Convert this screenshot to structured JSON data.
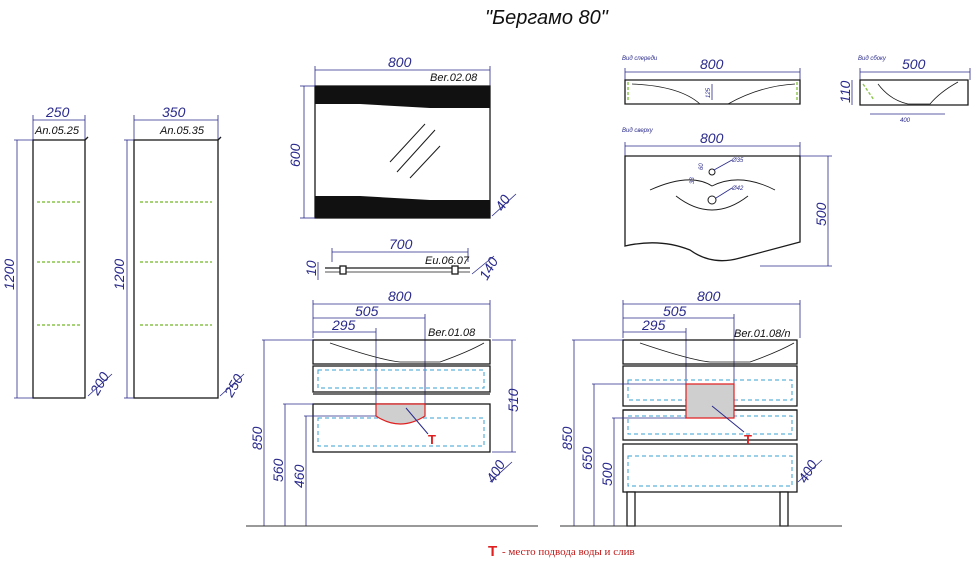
{
  "title": "\"Бергамо 80\"",
  "legend": {
    "marker": "T",
    "text": "- место подвода воды и слив",
    "marker_color": "#e02020"
  },
  "colors": {
    "dimension": "#2a2a8c",
    "outline": "#1a1a1a",
    "drawer": "#3aa0d0",
    "shelf": "#8bc34a",
    "pipe_zone": "#cfcfcf",
    "marker": "#e02020"
  },
  "pencil_250": {
    "code": "An.05.25",
    "width": "250",
    "height": "1200",
    "depth": "200"
  },
  "pencil_350": {
    "code": "An.05.35",
    "width": "350",
    "height": "1200",
    "depth": "250"
  },
  "mirror": {
    "code": "Ber.02.08",
    "width": "800",
    "height": "600",
    "depth": "40"
  },
  "shelf": {
    "code": "Eu.06.07",
    "width": "700",
    "height": "10",
    "depth": "140"
  },
  "vanity_wall": {
    "code": "Ber.01.08",
    "width": "800",
    "offset_1": "505",
    "offset_2": "295",
    "height_body": "510",
    "height_total": "850",
    "height_2": "560",
    "height_3": "460",
    "depth": "400",
    "marker": "T"
  },
  "vanity_floor": {
    "code": "Ber.01.08/n",
    "width": "800",
    "offset_1": "505",
    "offset_2": "295",
    "height_total": "850",
    "height_2": "650",
    "height_3": "500",
    "depth": "400",
    "marker": "T"
  },
  "basin_front": {
    "view_label": "Вид спереди",
    "width": "800",
    "depth_small": "125"
  },
  "basin_side": {
    "view_label": "Вид сбоку",
    "width": "500",
    "height": "110",
    "inner": "400"
  },
  "basin_top": {
    "view_label": "Вид сверху",
    "width": "800",
    "depth": "500",
    "d1": "60",
    "d2": "33",
    "hole1": "Ø35",
    "hole2": "Ø42"
  }
}
